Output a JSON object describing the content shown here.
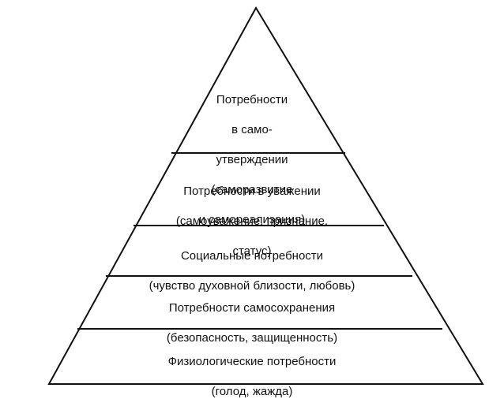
{
  "pyramid": {
    "tiers": [
      {
        "lines": [
          "Потребности",
          "в само-",
          "утверждении",
          "(саморазвитие",
          "и самореализация)"
        ]
      },
      {
        "lines": [
          "Потребности в уважении",
          "(самоуважение, признание,",
          "статус)"
        ]
      },
      {
        "lines": [
          "Социальные потребности",
          "(чувство духовной близости, любовь)"
        ]
      },
      {
        "lines": [
          "Потребности самосохранения",
          "(безопасность, защищенность)"
        ]
      },
      {
        "lines": [
          "Физиологические потребности",
          "(голод, жажда)"
        ]
      }
    ]
  },
  "colors": {
    "stroke": "#111111",
    "fill": "#ffffff"
  }
}
